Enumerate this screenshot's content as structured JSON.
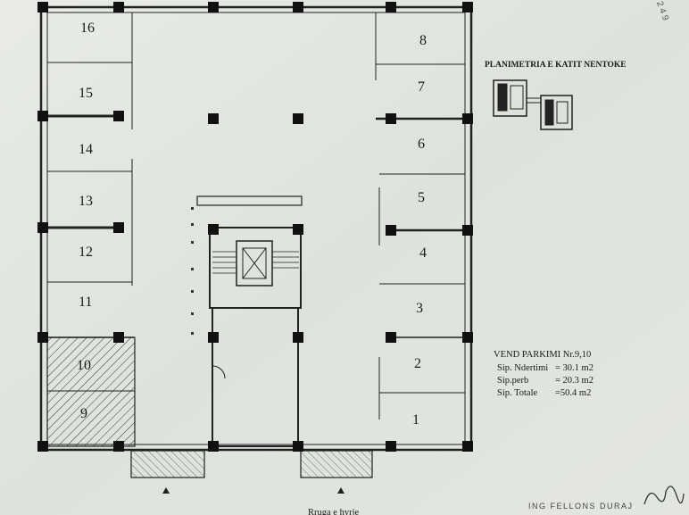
{
  "plan_title": "PLANIMETRIA E KATIT NENTOKE",
  "spaces_left": [
    "16",
    "15",
    "14",
    "13",
    "12",
    "11",
    "10",
    "9"
  ],
  "spaces_right": [
    "8",
    "7",
    "6",
    "5",
    "4",
    "3",
    "2",
    "1"
  ],
  "highlighted_spaces": [
    "9",
    "10"
  ],
  "info": {
    "heading": "VEND PARKIMI  Nr.9,10",
    "rows": [
      {
        "label": "Sip. Ndertimi",
        "value": "= 30.1 m2"
      },
      {
        "label": "Sip.perb",
        "value": "= 20.3 m2"
      },
      {
        "label": "Sip. Totale",
        "value": "=50.4 m2"
      }
    ]
  },
  "footer_text": "ING FELLONS DURAJ",
  "bottom_label": "Rruga e hyrje",
  "corner_mark": "2 4 9"
}
